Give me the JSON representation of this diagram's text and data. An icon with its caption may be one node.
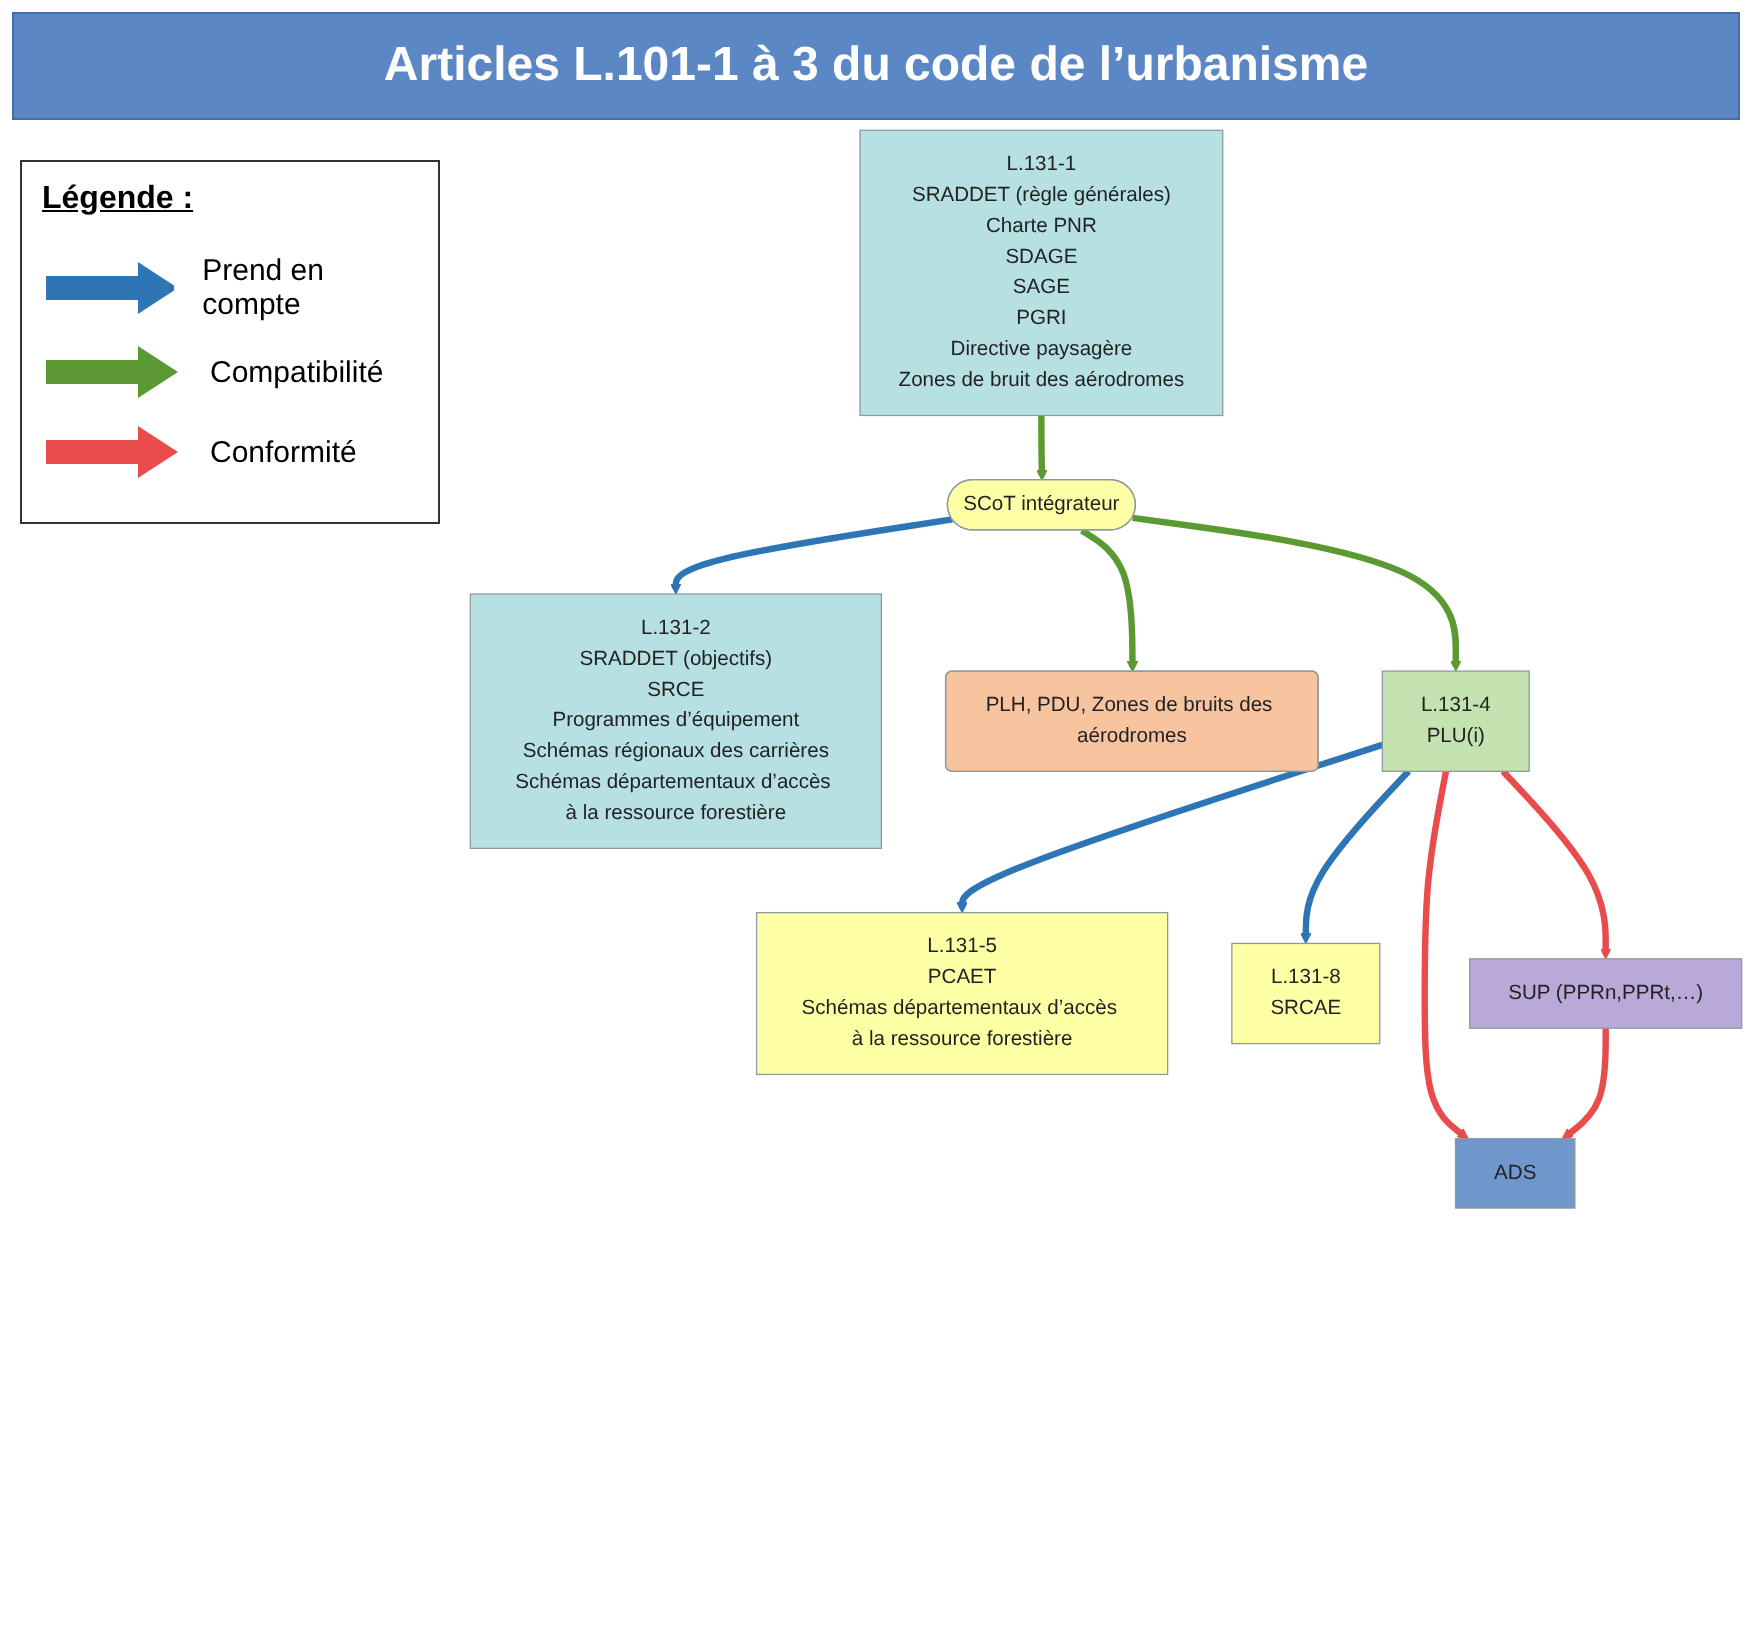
{
  "diagram": {
    "title": "Articles L.101-1 à 3 du code de l’urbanisme",
    "nodes": [
      {
        "text": [
          "L.131-1",
          "SRADDET (règle générales)",
          "Charte PNR",
          "SDAGE",
          "SAGE",
          "PGRI",
          "Directive paysagère",
          "Zones de bruit des aérodromes"
        ]
      },
      {
        "text": [
          "L.131-2",
          "SRADDET (objectifs)",
          "SRCE",
          "Programmes d’équipement",
          "Schémas régionaux des carrières",
          "Schémas départementaux d’accès à la ressource forestière"
        ]
      },
      {
        "text": [
          "SCoT intégrateur"
        ]
      },
      {
        "text": [
          "L.131-5",
          "PCAET",
          "Schémas départementaux d’accès à la ressource forestière"
        ]
      },
      {
        "text": [
          "PLH, PDU, Zones de bruits des aérodromes"
        ]
      },
      {
        "text": [
          "L.131-4",
          "PLU(i)"
        ]
      },
      {
        "text": [
          "L.131-8",
          "SRCAE"
        ]
      },
      {
        "text": [
          "ADS"
        ]
      },
      {
        "text": [
          "SUP (PPRn,PPRt,…)"
        ]
      }
    ],
    "edges": [
      {
        "from": 0,
        "to": 2,
        "arrow": "to",
        "color": "#5b9a32"
      },
      {
        "from": 2,
        "to": 1,
        "arrow": "to",
        "color": "#2e75b6"
      },
      {
        "from": 2,
        "to": 4,
        "arrow": "to",
        "color": "#5b9a32"
      },
      {
        "from": 2,
        "to": 5,
        "arrow": "to",
        "color": "#5b9a32"
      },
      {
        "from": 5,
        "to": 3,
        "arrow": "to",
        "color": "#2e75b6"
      },
      {
        "from": 5,
        "to": 6,
        "arrow": "to",
        "color": "#2e75b6"
      },
      {
        "from": 5,
        "to": 7,
        "arrow": "to",
        "color": "#e84c4c"
      },
      {
        "from": 5,
        "to": 8,
        "arrow": "to",
        "color": "#e84c4c"
      },
      {
        "from": 8,
        "to": 7,
        "arrow": "to",
        "color": "#e84c4c"
      }
    ],
    "labels": [
      "Légende :"
    ],
    "legend": [
      {
        "text": "Prend en compte"
      },
      {
        "text": "Compatibilité"
      },
      {
        "text": "Conformité"
      }
    ]
  }
}
